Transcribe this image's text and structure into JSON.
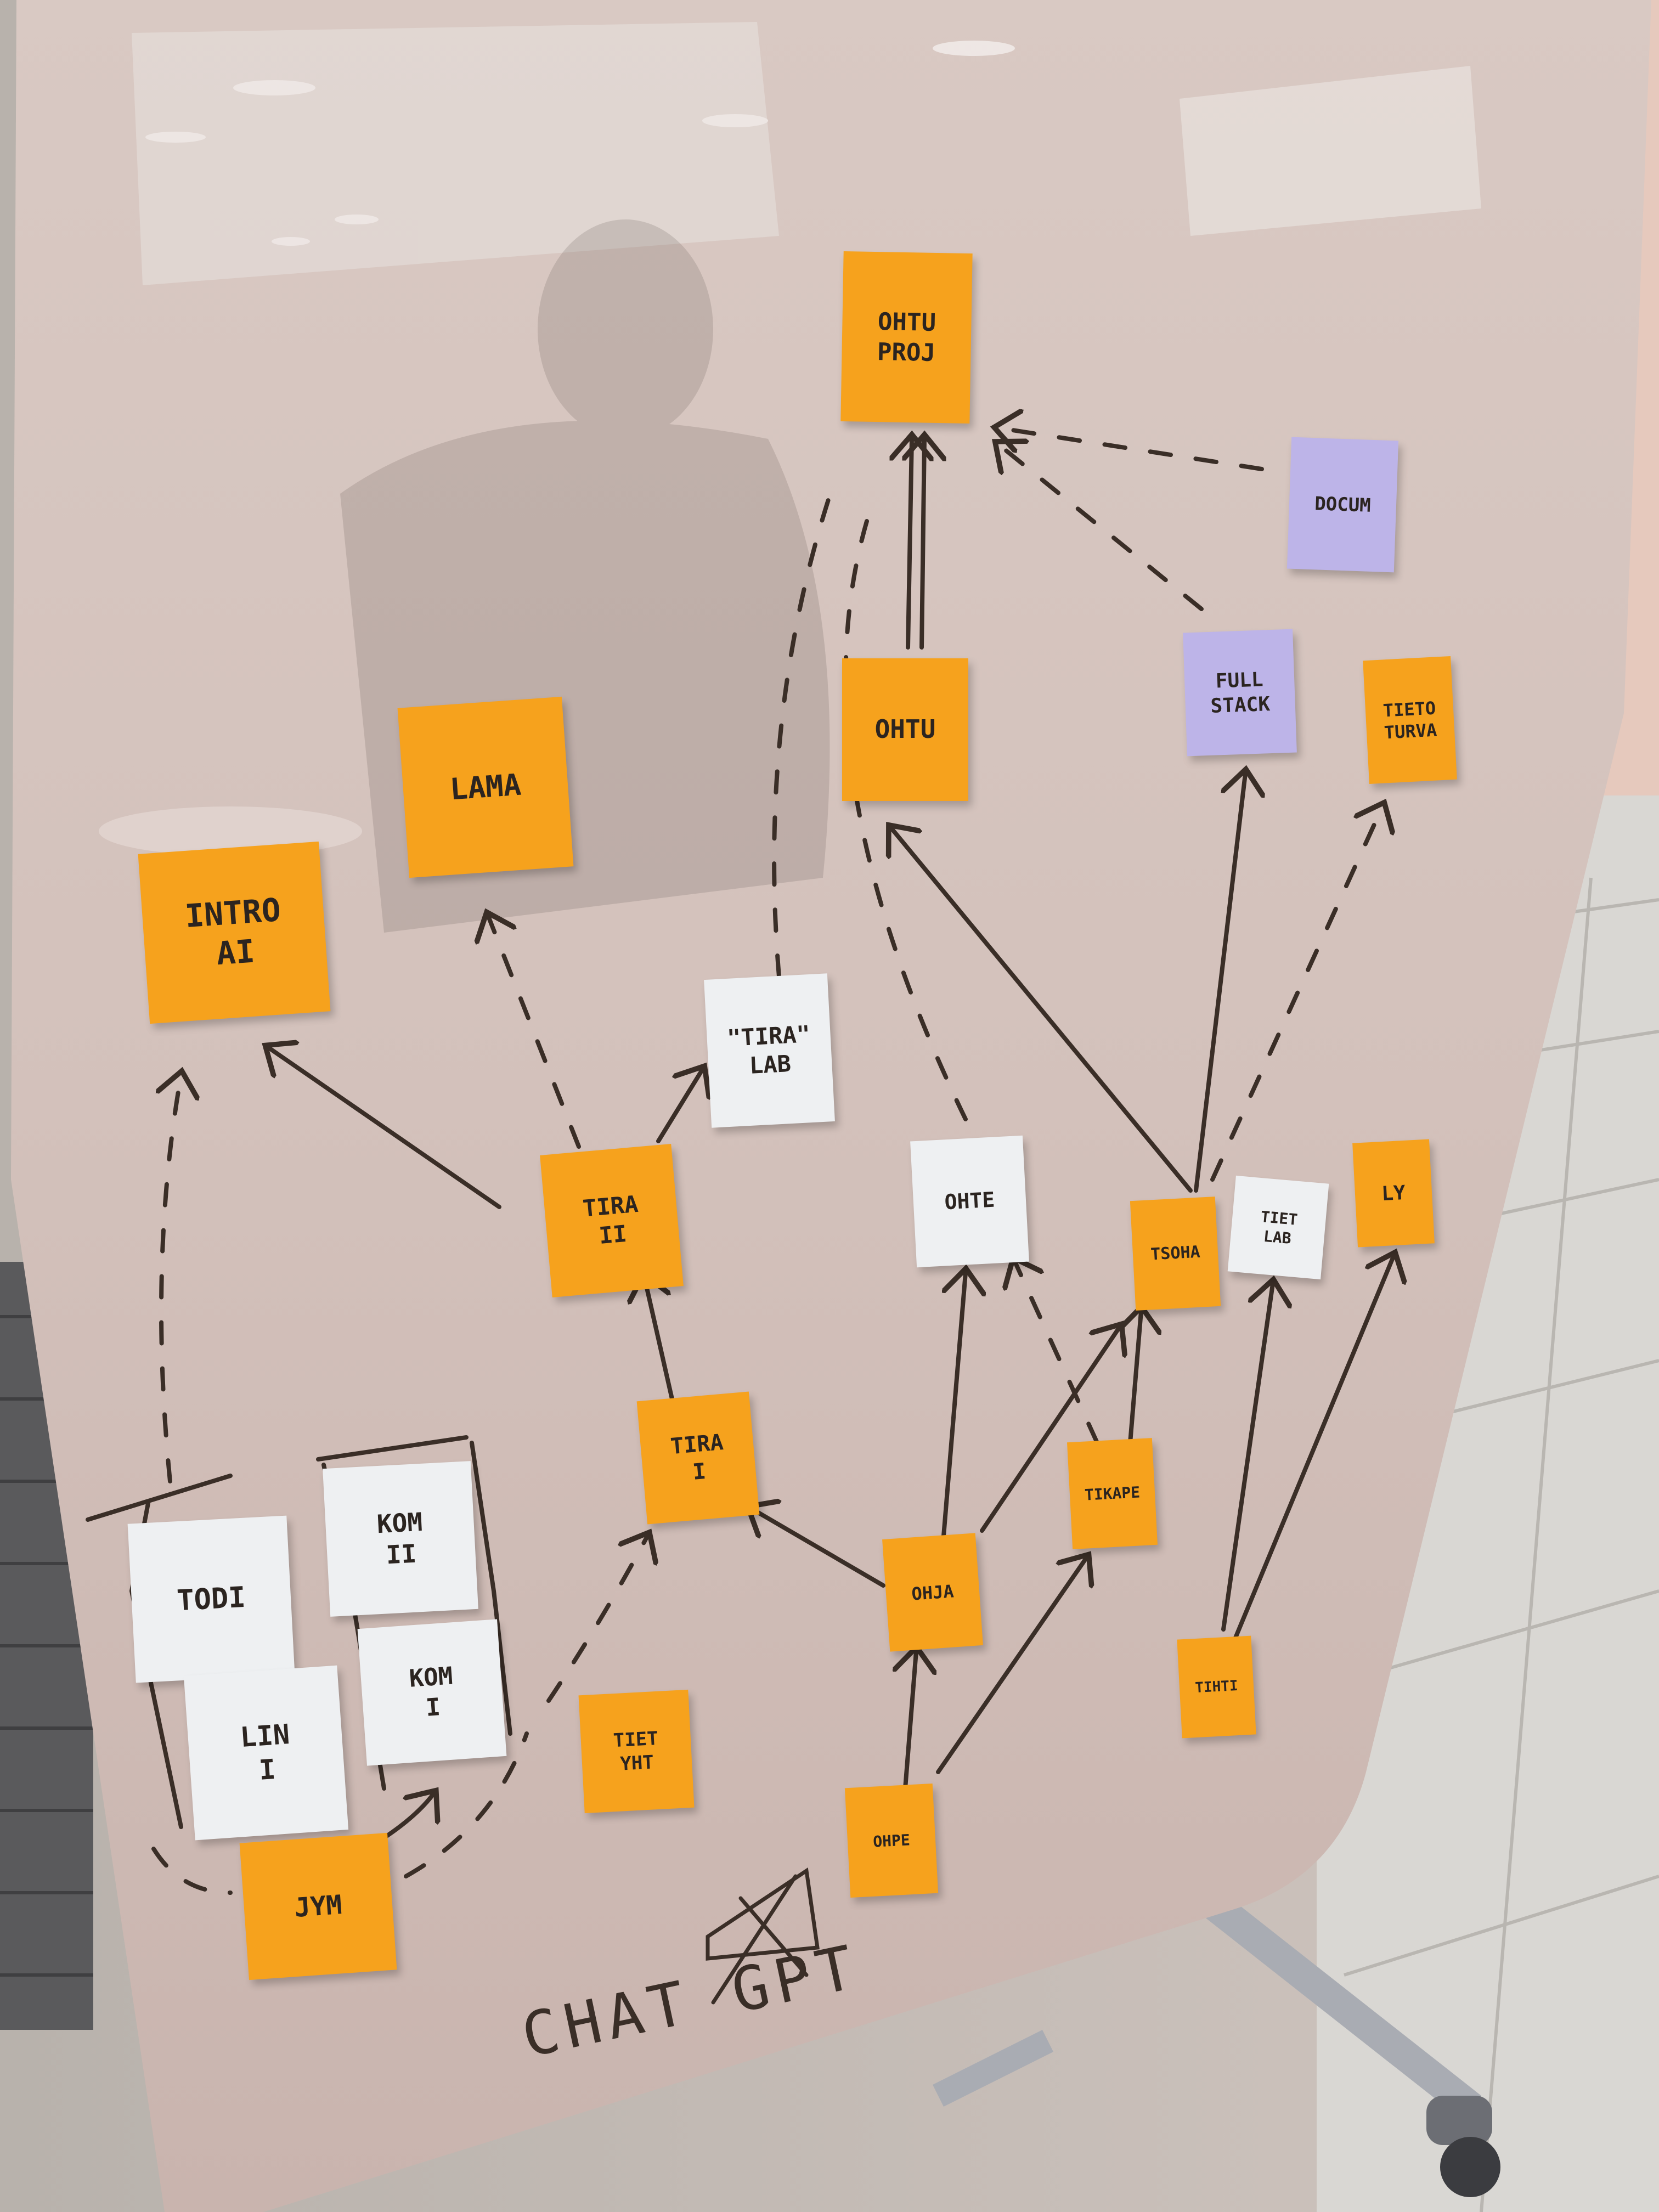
{
  "colors": {
    "board": "#d3c1bb",
    "orange_note": "#f6a21d",
    "white_note": "#eef0f2",
    "lilac_note": "#bdb4e8",
    "marker": "#3a2e27",
    "floor": "#d9d7d3"
  },
  "notes": {
    "ohtu_proj": "OHTU\nPROJ",
    "docum": "DOCUM",
    "ohtu": "OHTU",
    "full_stack": "FULL\nSTACK",
    "tieto_turva": "TIETO\nTURVA",
    "lama": "LAMA",
    "intro_ai": "INTRO\nAI",
    "tira_lab": "\"TIRA\"\nLAB",
    "tira_ii": "TIRA\nII",
    "ohte": "OHTE",
    "tsoha": "TSOHA",
    "tiet_lab": "TIET\nLAB",
    "ly": "LY",
    "tira_i": "TIRA\nI",
    "tikape": "TIKAPE",
    "ohja": "OHJA",
    "todi": "TODI",
    "kom_ii": "KOM\nII",
    "lin_i": "LIN\nI",
    "kom_i": "KOM\nI",
    "tiet_yht": "TIET\nYHT",
    "ohpe": "OHPE",
    "jym": "JYM",
    "tiht": "TIHTI"
  },
  "scrawl": {
    "chat_gpt": "CHAT GPT"
  }
}
